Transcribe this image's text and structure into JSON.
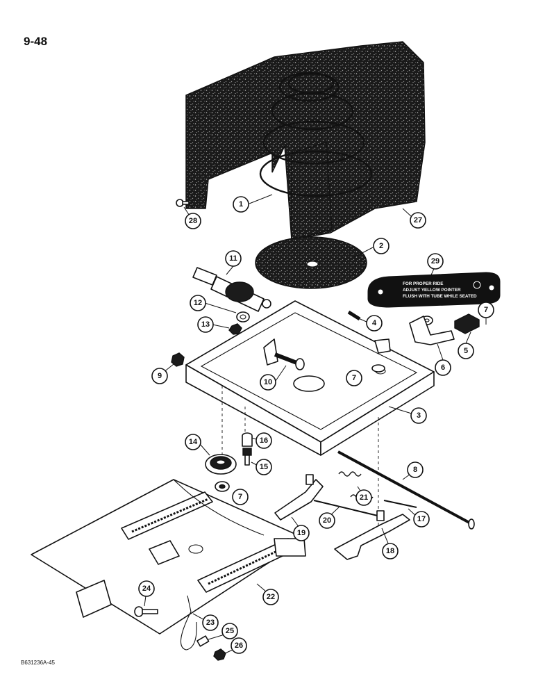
{
  "page_number": "9-48",
  "figure_code": "B631236A-45",
  "decal": {
    "line1": "FOR PROPER RIDE",
    "line2": "ADJUST YELLOW POINTER",
    "line3": "FLUSH WITH TUBE WHILE SEATED"
  },
  "callouts": [
    "1",
    "2",
    "3",
    "4",
    "5",
    "6",
    "7",
    "7",
    "7",
    "8",
    "9",
    "10",
    "11",
    "12",
    "13",
    "14",
    "15",
    "16",
    "17",
    "18",
    "19",
    "20",
    "21",
    "22",
    "23",
    "24",
    "25",
    "26",
    "27",
    "28",
    "29"
  ]
}
